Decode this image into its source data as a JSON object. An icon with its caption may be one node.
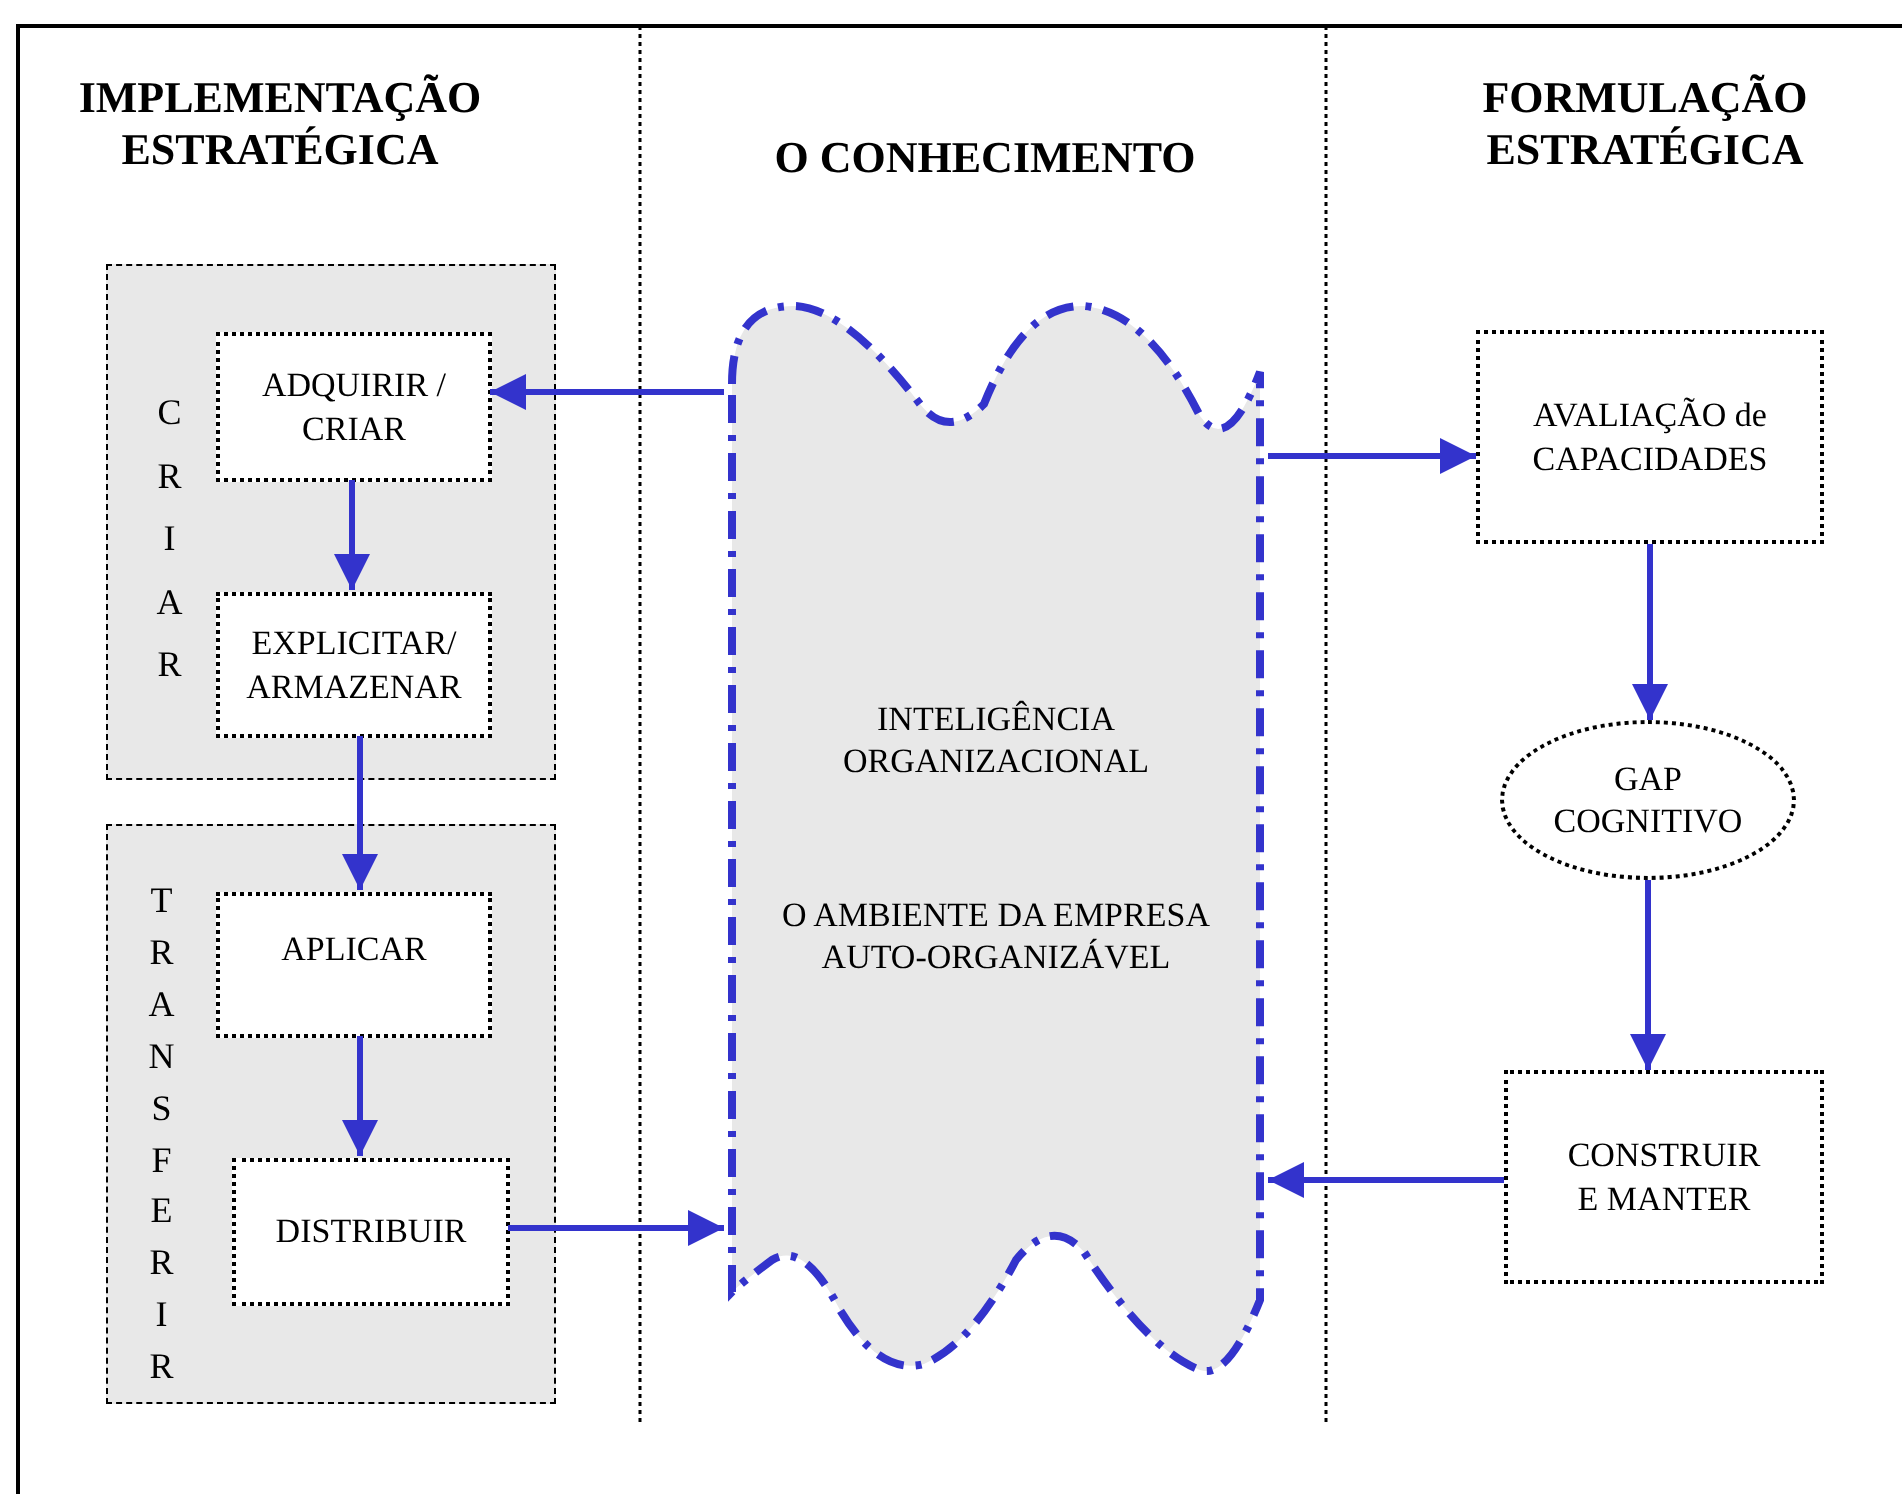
{
  "diagram": {
    "nodes": [
      {
        "text": [
          "CRIAR"
        ]
      },
      {
        "text": [
          "ADQUIRIR / CRIAR"
        ],
        "in": 0
      },
      {
        "text": [
          "EXPLICITAR/ ARMAZENAR"
        ],
        "in": 0
      },
      {
        "text": [
          "TRANSFERIR"
        ]
      },
      {
        "text": [
          "APLICAR"
        ],
        "in": 3
      },
      {
        "text": [
          "DISTRIBUIR"
        ],
        "in": 3
      },
      {
        "text": [
          "INTELIGÊNCIA ORGANIZACIONAL",
          "O AMBIENTE DA EMPRESA AUTO-ORGANIZÁVEL"
        ]
      },
      {
        "text": [
          "AVALIAÇÃO de CAPACIDADES"
        ]
      },
      {
        "text": [
          "GAP COGNITIVO"
        ]
      },
      {
        "text": [
          "CONSTRUIR E MANTER"
        ]
      }
    ],
    "edges": [
      {
        "from": 6,
        "to": 1,
        "arrow": "to"
      },
      {
        "from": 1,
        "to": 2,
        "arrow": "to"
      },
      {
        "from": 2,
        "to": 4,
        "arrow": "to"
      },
      {
        "from": 4,
        "to": 5,
        "arrow": "to"
      },
      {
        "from": 5,
        "to": 6,
        "arrow": "to"
      },
      {
        "from": 6,
        "to": 7,
        "arrow": "to"
      },
      {
        "from": 7,
        "to": 8,
        "arrow": "to"
      },
      {
        "from": 8,
        "to": 9,
        "arrow": "to"
      },
      {
        "from": 9,
        "to": 6,
        "arrow": "to"
      }
    ],
    "labels": [
      "IMPLEMENTAÇÃO ESTRATÉGICA",
      "O CONHECIMENTO",
      "FORMULAÇÃO ESTRATÉGICA"
    ]
  }
}
